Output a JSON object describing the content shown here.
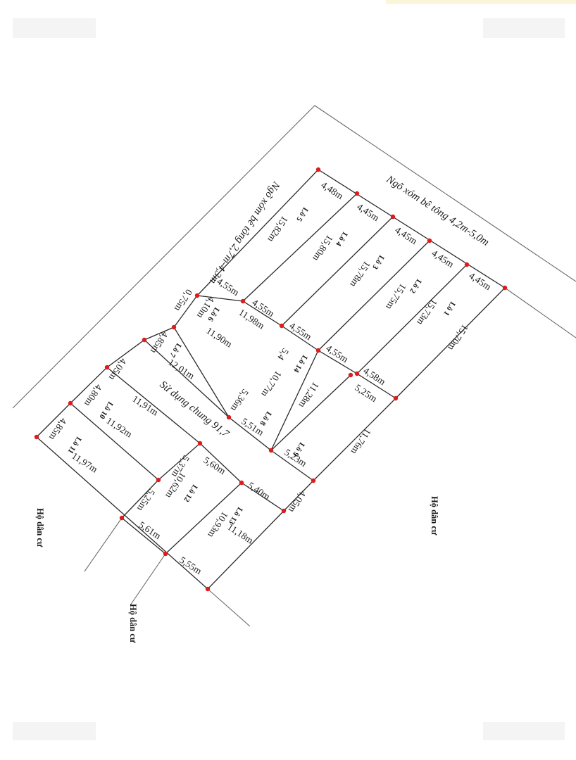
{
  "roads": {
    "top_right": "Ngõ xóm bê tông 4,2m-5,0m",
    "top_left": "Ngõ xóm bê tông 2,7m-4,3m",
    "common": "Sử dụng chung 91,7"
  },
  "neighbors": {
    "right": "Hộ dân cư",
    "left": "Hộ dân cư",
    "bottom": "Hộ dân cư"
  },
  "lots": {
    "l1": "Lô 1",
    "l2": "Lô 2",
    "l3": "Lô 3",
    "l4": "Lô 4",
    "l5": "Lô 5",
    "l6": "Lô 6",
    "l7": "Lô 7",
    "l8": "Lô 8",
    "l9": "Lô 9",
    "l10": "Lô 10",
    "l11": "Lô 11",
    "l12": "Lô 12",
    "l13": "Lô 13",
    "l14": "Lô 14"
  },
  "dims": {
    "top_4_48": "4,48m",
    "top_4_45a": "4,45m",
    "top_4_45b": "4,45m",
    "top_4_45c": "4,45m",
    "top_4_45d": "4,45m",
    "d15_82": "15,82m",
    "d15_80": "15,80m",
    "d15_78": "15,78m",
    "d15_75": "15,75m",
    "d15_73": "15,73m",
    "d15_70": "15,70m",
    "d4_55a": "4,55m",
    "d4_55b": "4,55m",
    "d4_55c": "4,55m",
    "d4_55d": "4,55m",
    "d4_58": "4,58m",
    "d0_75": "0,75m",
    "d4_10": "4,10m",
    "d11_98": "11,98m",
    "d11_90": "11,90m",
    "d4_85a": "4,85m",
    "d12_01": "12,01m",
    "d5_36": "5,36m",
    "d5_4": "5,4",
    "d10_77": "10,77m",
    "d11_28": "11,28m",
    "d5_25a": "5,25m",
    "d5_51": "5,51m",
    "d11_76": "11,76m",
    "d5_23": "5,23m",
    "d4_05a": "4,05m",
    "d4_80": "4,80m",
    "d11_91": "11,91m",
    "d11_92": "11,92m",
    "d4_85b": "4,85m",
    "d11_97": "11,97m",
    "d5_37": "5,37m",
    "d5_60": "5,60m",
    "d10_62": "10,62m",
    "d5_25b": "5,25m",
    "d5_40": "5,40m",
    "d10_93": "10,93m",
    "d4_05b": "4,05m",
    "d5_61": "5,61m",
    "d11_18": "11,18m",
    "d5_55": "5,55m"
  },
  "colors": {
    "vertex": "#e01b1b",
    "line": "#2a2a2a"
  }
}
